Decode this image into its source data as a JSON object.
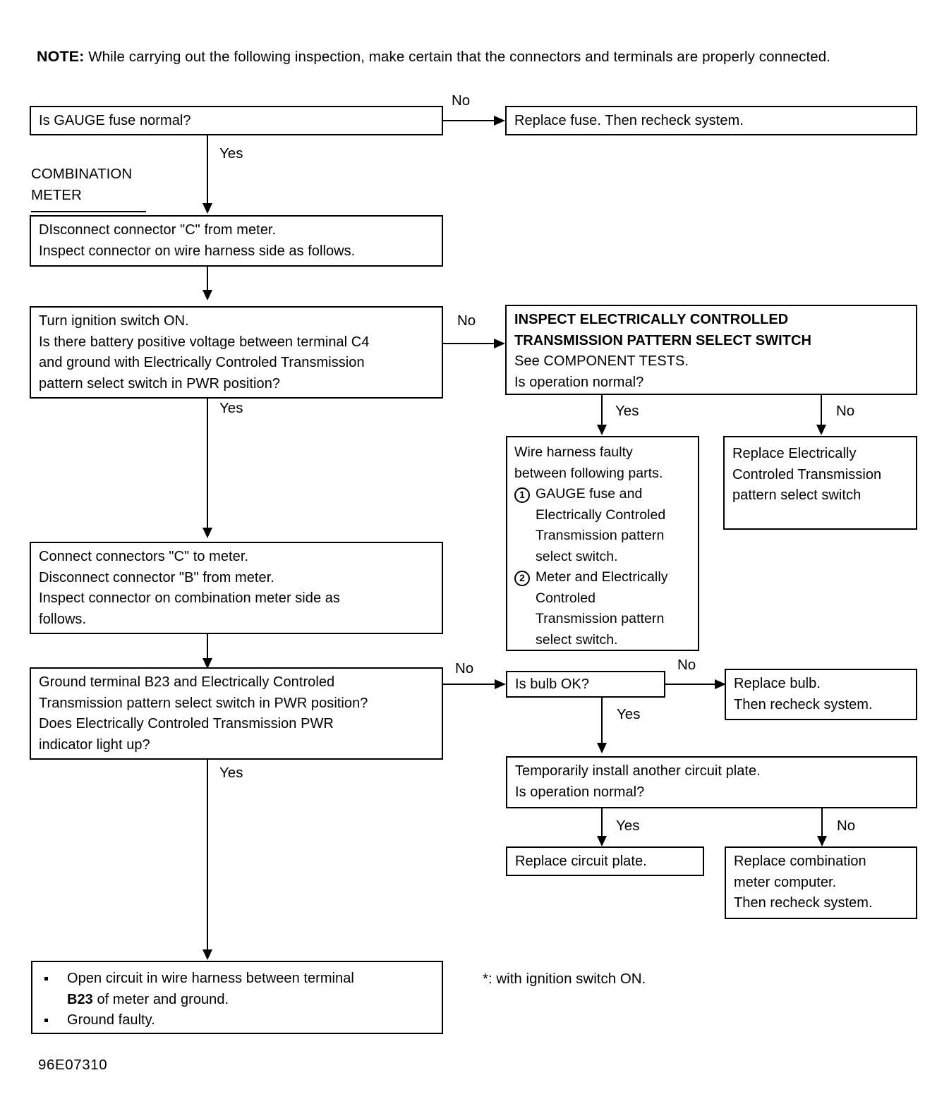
{
  "note": {
    "label": "NOTE:",
    "text": "While carrying out the following inspection, make certain that the connectors and terminals are properly connected."
  },
  "section_title": {
    "line1": "COMBINATION",
    "line2": "METER"
  },
  "boxes": {
    "gauge_fuse": {
      "line1": "Is GAUGE fuse normal?"
    },
    "replace_fuse": {
      "line1": "Replace fuse. Then recheck system."
    },
    "disconnect_c": {
      "line1": "DIsconnect connector \"C\" from meter.",
      "line2": "Inspect connector on wire harness side as follows."
    },
    "ignition_voltage": {
      "line1": "Turn ignition switch ON.",
      "line2": "Is there battery positive voltage between terminal C4",
      "line3": "and ground with Electrically Controled Transmission",
      "line4": "pattern select switch in PWR position?"
    },
    "inspect_switch": {
      "head1": "INSPECT ELECTRICALLY CONTROLLED",
      "head2": "TRANSMISSION PATTERN SELECT SWITCH",
      "line3": "See COMPONENT TESTS.",
      "line4": "Is operation normal?"
    },
    "wire_harness_faulty": {
      "line1": "Wire harness faulty",
      "line2": "between following parts.",
      "item1_num": "1",
      "item1_l1": "GAUGE fuse and",
      "item1_l2": "Electrically Controled",
      "item1_l3": "Transmission pattern",
      "item1_l4": "select switch.",
      "item2_num": "2",
      "item2_l1": "Meter and Electrically",
      "item2_l2": "Controled",
      "item2_l3": "Transmission pattern",
      "item2_l4": "select switch."
    },
    "replace_switch": {
      "line1": "Replace Electrically",
      "line2": "Controled Transmission",
      "line3": "pattern select switch"
    },
    "connect_c_disconnect_b": {
      "line1": "Connect connectors \"C\" to meter.",
      "line2": "Disconnect connector \"B\" from meter.",
      "line3": "Inspect connector on combination meter side as",
      "line4": "follows."
    },
    "ground_b23": {
      "line1": "Ground terminal B23 and Electrically Controled",
      "line2": "Transmission pattern select switch in PWR position?",
      "line3": "Does Electrically Controled Transmission PWR",
      "line4": "indicator light up?"
    },
    "bulb_ok": {
      "line1": "Is bulb OK?"
    },
    "replace_bulb": {
      "line1": "Replace bulb.",
      "line2": "Then recheck system."
    },
    "circuit_plate": {
      "line1": "Temporarily install another circuit plate.",
      "line2": "Is operation normal?"
    },
    "replace_circuit_plate": {
      "line1": "Replace circuit plate."
    },
    "replace_meter_computer": {
      "line1": "Replace combination",
      "line2": "meter computer.",
      "line3": "Then recheck system."
    },
    "open_circuit": {
      "bullet1_a": "Open circuit in wire harness between terminal",
      "bullet1_b_bold": "B23",
      "bullet1_b_rest": " of meter and ground.",
      "bullet2": "Ground faulty."
    }
  },
  "branch_labels": {
    "no_gauge_fuse": "No",
    "yes_gauge_fuse": "Yes",
    "no_ignition": "No",
    "yes_ignition": "Yes",
    "yes_inspect_switch": "Yes",
    "no_inspect_switch": "No",
    "no_ground_b23": "No",
    "yes_ground_b23": "Yes",
    "no_bulb": "No",
    "yes_bulb": "Yes",
    "yes_circuit_plate": "Yes",
    "no_circuit_plate": "No"
  },
  "footnote": {
    "text": "*: with ignition switch ON."
  },
  "footer": {
    "code": "96E07310"
  },
  "colors": {
    "ink": "#000000",
    "paper": "#ffffff"
  }
}
